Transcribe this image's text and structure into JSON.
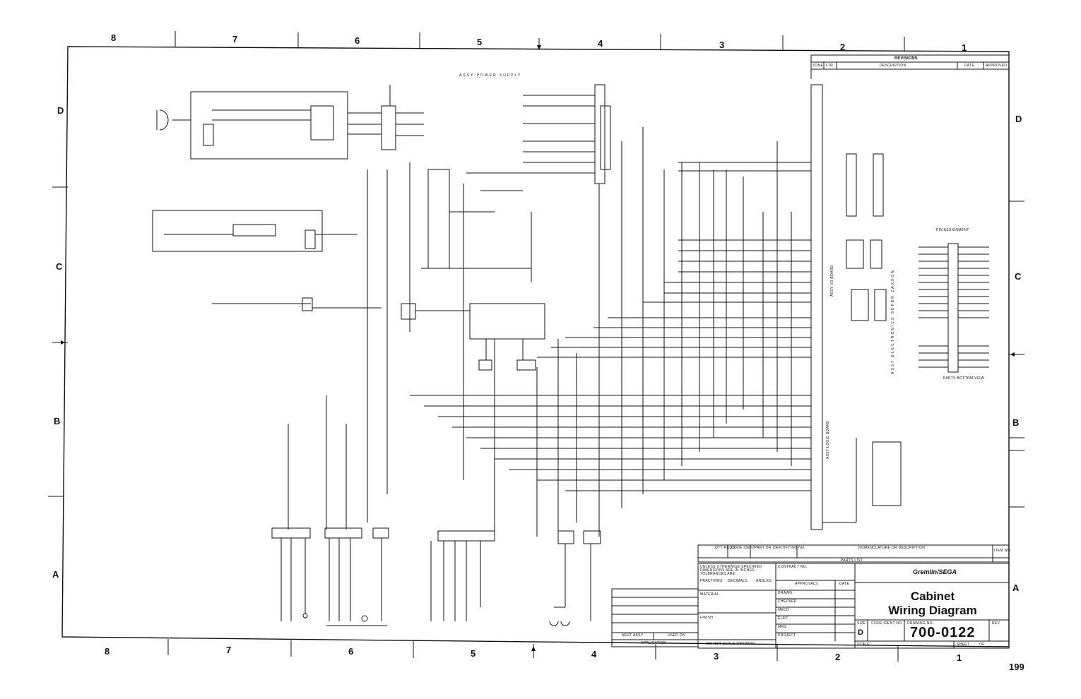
{
  "zones_top": [
    "8",
    "7",
    "6",
    "5",
    "4",
    "3",
    "2",
    "1"
  ],
  "zones_bottom": [
    "8",
    "7",
    "6",
    "5",
    "4",
    "3",
    "2",
    "1"
  ],
  "zones_side": [
    "D",
    "C",
    "B",
    "A"
  ],
  "revisions": {
    "title": "REVISIONS",
    "cols": [
      "ZONE",
      "LTR",
      "DESCRIPTION",
      "DATE",
      "APPROVED"
    ]
  },
  "title_block": {
    "qty_reqd": "QTY REQD",
    "code_ident": "CODE IDENT",
    "part_no": "PART OR IDENTIFYING NO.",
    "nomenclature": "NOMENCLATURE OR DESCRIPTION",
    "item_no": "ITEM NO.",
    "parts_list": "PARTS LIST",
    "tolerances": "UNLESS OTHERWISE SPECIFIED DIMENSIONS ARE IN INCHES TOLERANCES ARE:",
    "fractions": "FRACTIONS",
    "decimals": "DECIMALS",
    "angles": "ANGLES",
    "material": "MATERIAL",
    "finish": "FINISH",
    "contract_no": "CONTRACT NO.",
    "approvals": "APPROVALS",
    "date": "DATE",
    "rows": [
      "DRAWN",
      "CHECKED",
      "MECH",
      "ELEC",
      "MFG",
      "PROJECT"
    ],
    "next_assy": "NEXT ASSY",
    "used_on": "USED ON",
    "application": "APPLICATION",
    "do_not_scale": "DO NOT SCALE DRAWING",
    "company": "Gremlin/SEGA",
    "title_line1": "Cabinet",
    "title_line2": "Wiring Diagram",
    "size_label": "SIZE",
    "size": "D",
    "code_ident_no": "CODE IDENT NO.",
    "drawing_no_label": "DRAWING NO.",
    "drawing_no": "700-0122",
    "rev_label": "REV",
    "scale": "SCALE",
    "sheet": "SHEET",
    "of": "OF"
  },
  "page_number": "199",
  "labels": {
    "power_supply": "ASSY POWER SUPPLY",
    "pin_assignment": "PIN ASSIGNMENT",
    "parts_bottom": "PARTS BOTTOM VIEW",
    "vertical_1": "ASSY LOGIC BOARD",
    "vertical_2": "ASSY ELECTRONICS SUPER ZAXXON",
    "vertical_3": "ASSY I/O BOARD"
  }
}
